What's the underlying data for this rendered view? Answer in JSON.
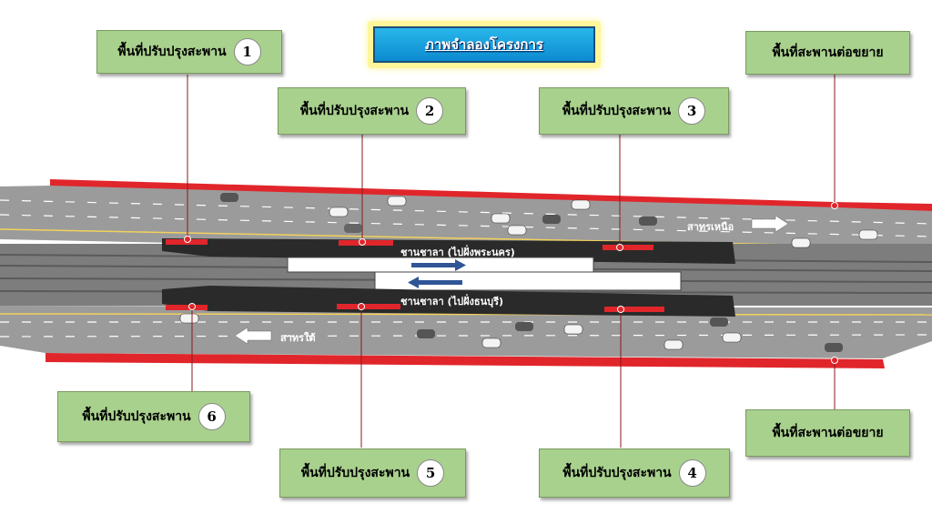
{
  "title": "ภาพจำลองโครงการ",
  "callouts": {
    "c1": {
      "label": "พื้นที่ปรับปรุงสะพาน",
      "number": "1"
    },
    "c2": {
      "label": "พื้นที่ปรับปรุงสะพาน",
      "number": "2"
    },
    "c3": {
      "label": "พื้นที่ปรับปรุงสะพาน",
      "number": "3"
    },
    "c4": {
      "label": "พื้นที่ปรับปรุงสะพาน",
      "number": "4"
    },
    "c5": {
      "label": "พื้นที่ปรับปรุงสะพาน",
      "number": "5"
    },
    "c6": {
      "label": "พื้นที่ปรับปรุงสะพาน",
      "number": "6"
    },
    "ext_top": {
      "label": "พื้นที่สะพานต่อขยาย"
    },
    "ext_bottom": {
      "label": "พื้นที่สะพานต่อขยาย"
    }
  },
  "platforms": {
    "north": "ชานชาลา (ไปฝั่งพระนคร)",
    "south": "ชานชาลา (ไปฝั่งธนบุรี)"
  },
  "directions": {
    "north": "สาทรเหนือ",
    "south": "สาทรใต้"
  },
  "colors": {
    "road": "#9a9a9a",
    "highlight_red": "#e0262b",
    "callout_green": "#a9d18e",
    "platform_dark": "#2a2a2a",
    "track_blue": "#2f5597"
  }
}
